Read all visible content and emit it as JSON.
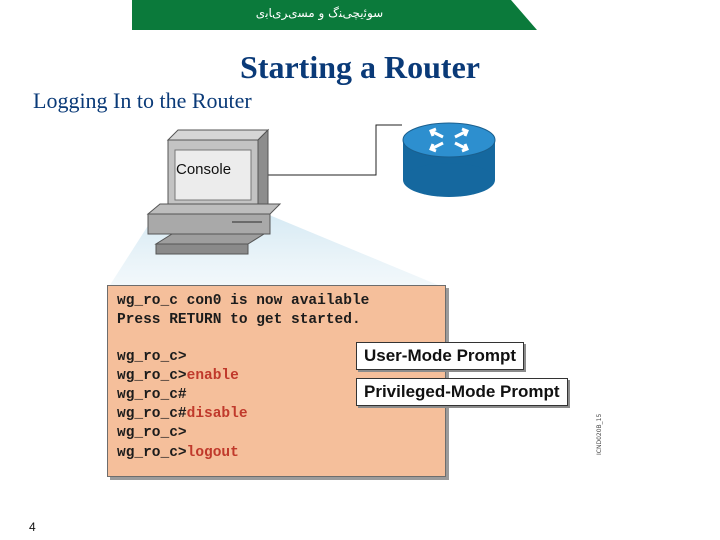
{
  "header": {
    "banner_text": "ﺳﻮﺋیچیﻨگ ﻭ ﻣﺴیﺮیﺎﺑی"
  },
  "slide": {
    "title": "Starting a Router",
    "subtitle": "Logging In to the Router",
    "page_number": "4"
  },
  "diagram": {
    "console_label": "Console",
    "terminal_lines": [
      {
        "prompt": "wg_ro_c con0 is now available",
        "command": ""
      },
      {
        "prompt": "Press RETURN to get started.",
        "command": ""
      },
      {
        "prompt": "wg_ro_c>",
        "command": ""
      },
      {
        "prompt": "wg_ro_c>",
        "command": "enable"
      },
      {
        "prompt": "wg_ro_c#",
        "command": ""
      },
      {
        "prompt": "wg_ro_c#",
        "command": "disable"
      },
      {
        "prompt": "wg_ro_c>",
        "command": ""
      },
      {
        "prompt": "wg_ro_c>",
        "command": "logout"
      }
    ],
    "callouts": {
      "user_mode": "User-Mode Prompt",
      "privileged_mode": "Privileged-Mode Prompt"
    },
    "figure_id": "ICND020B_15",
    "colors": {
      "banner": "#0b7a3b",
      "title": "#0a3a78",
      "terminal_bg": "#f5bf9b",
      "command_text": "#c0392b",
      "router": "#1f7fc0"
    }
  }
}
